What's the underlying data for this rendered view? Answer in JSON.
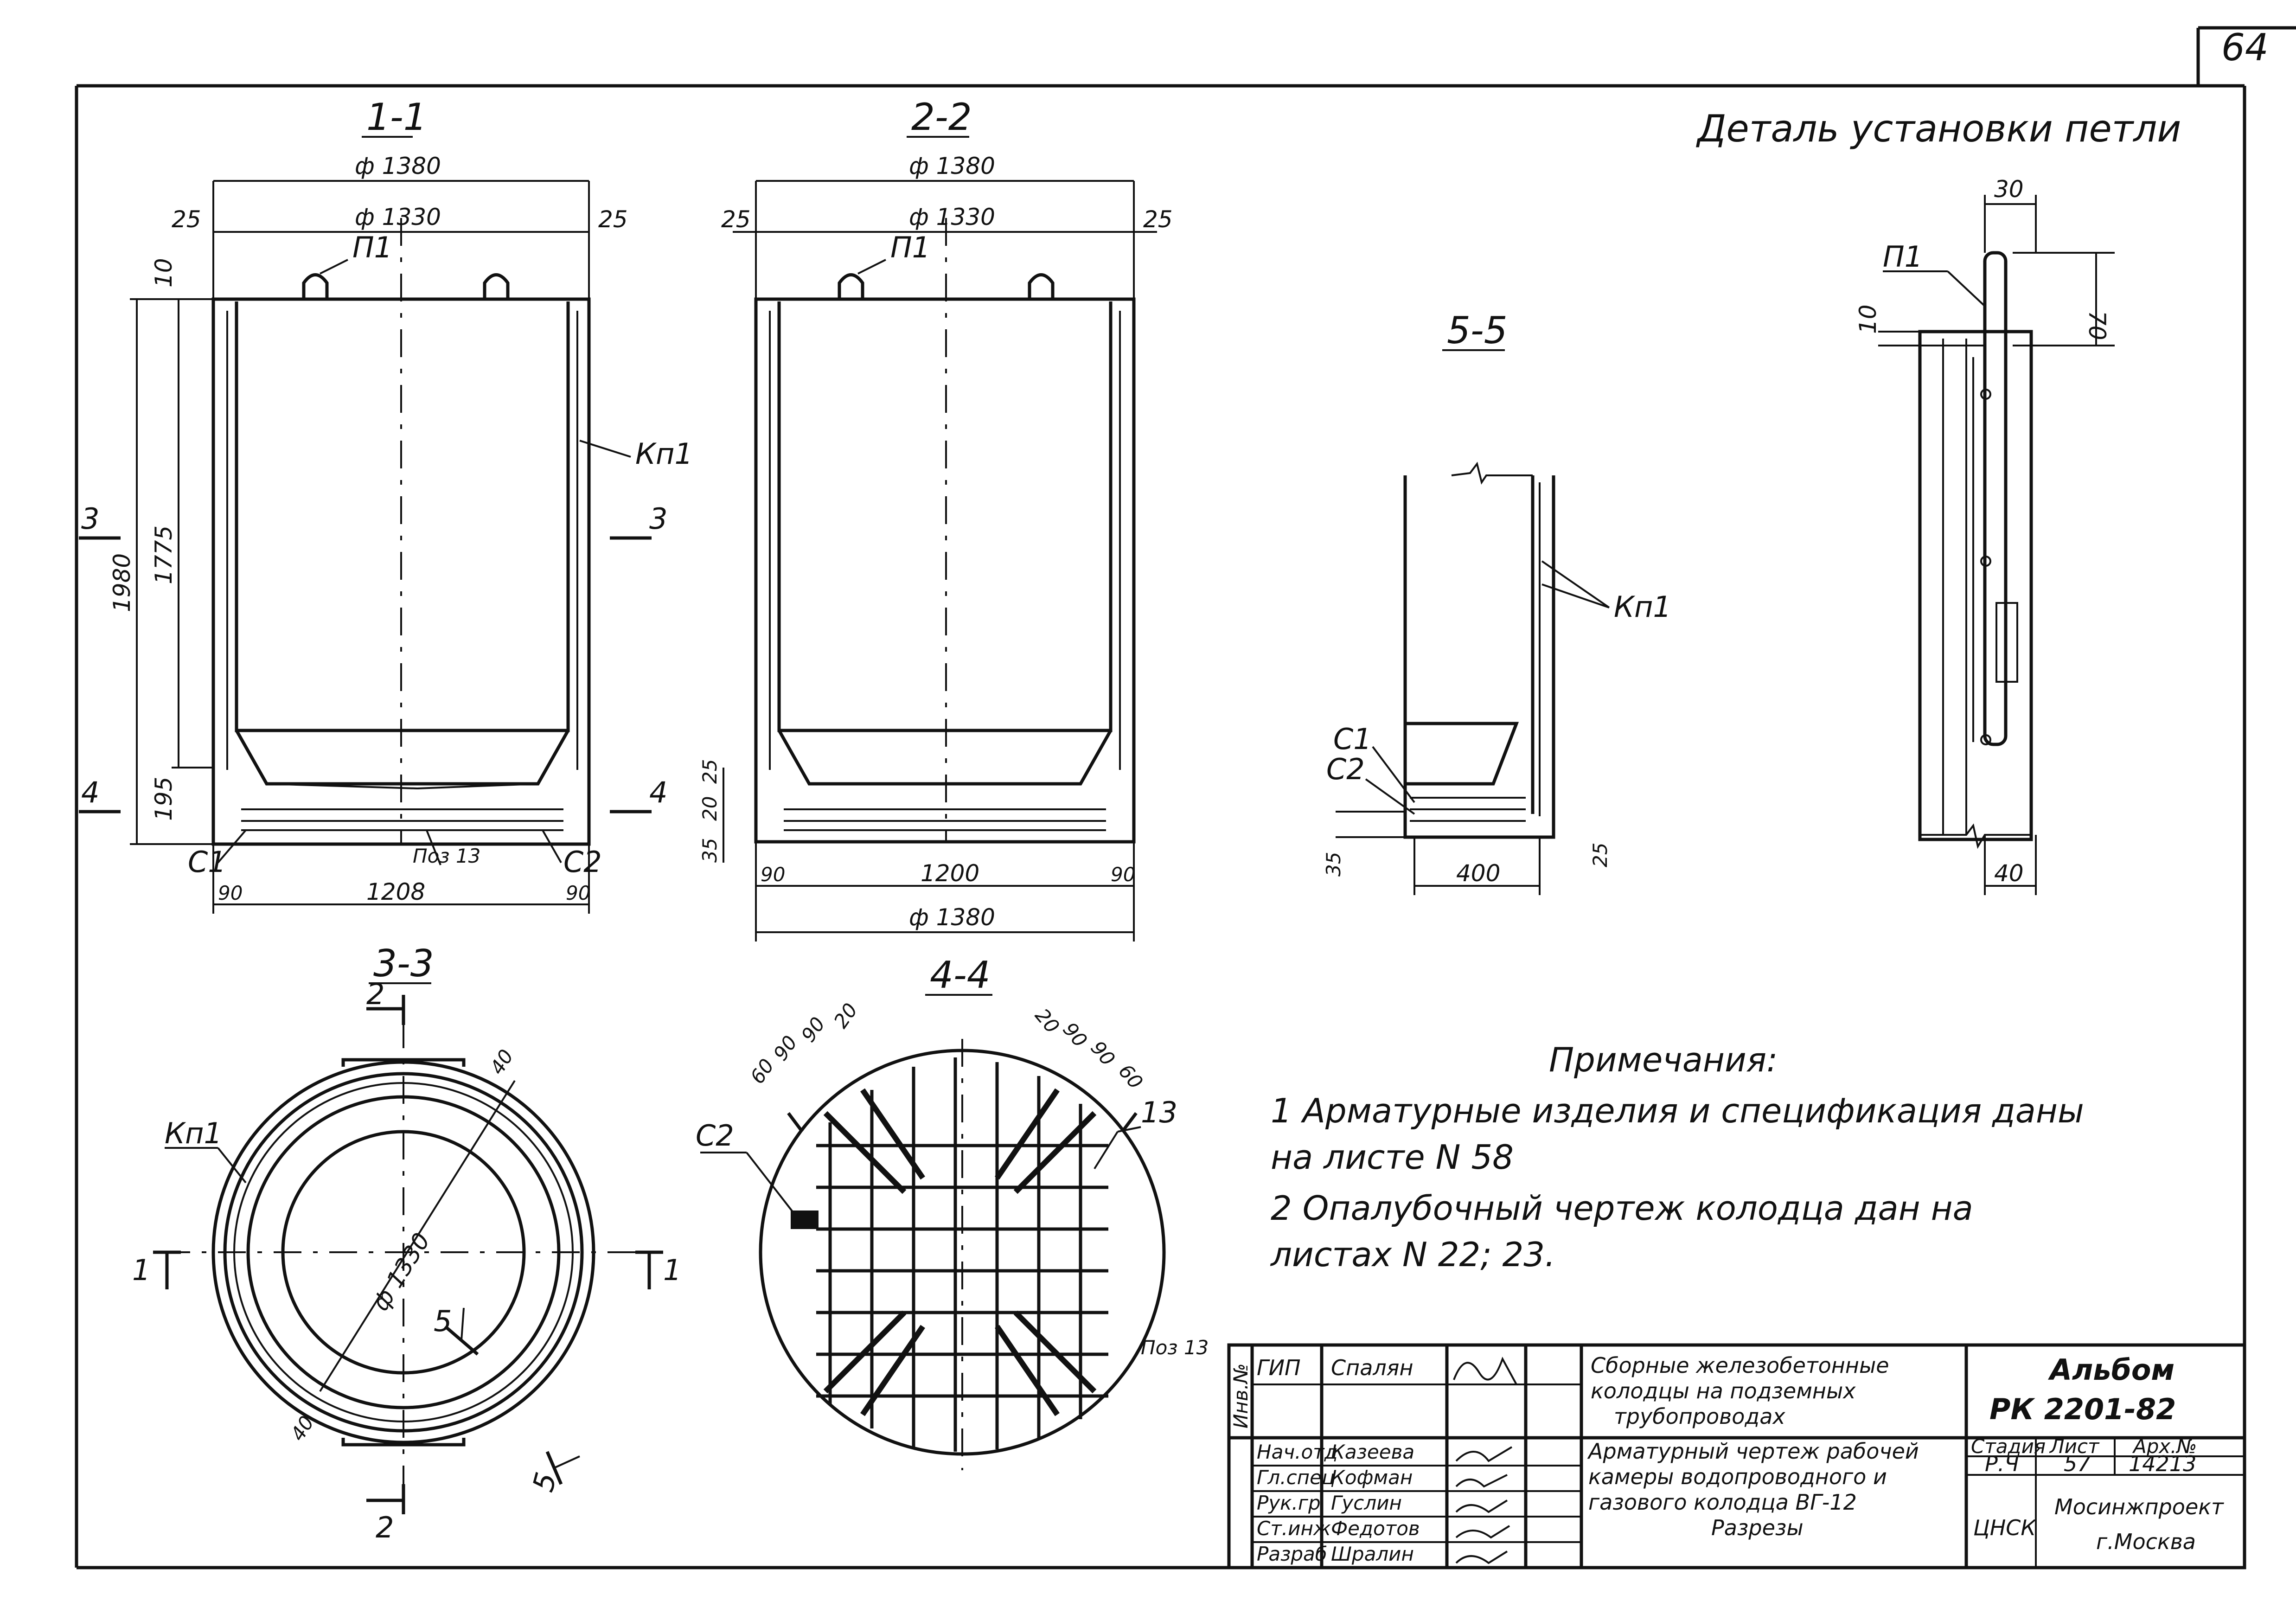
{
  "sheet": {
    "page_number": "64",
    "detail_title": "Деталь установки петли"
  },
  "sections": {
    "s11": {
      "title": "1-1",
      "dims": [
        "ф 1380",
        "ф 1330",
        "25",
        "25",
        "10",
        "1980",
        "1775",
        "195",
        "90",
        "1208",
        "90"
      ],
      "labels": [
        "П1",
        "Кп1",
        "С1",
        "С2",
        "Поз 13",
        "3",
        "3",
        "4",
        "4"
      ]
    },
    "s22": {
      "title": "2-2",
      "dims": [
        "ф 1380",
        "25",
        "ф 1330",
        "25",
        "35",
        "20",
        "25",
        "90",
        "1200",
        "90",
        "ф 1380"
      ],
      "labels": [
        "П1"
      ]
    },
    "s55": {
      "title": "5-5",
      "dims": [
        "35",
        "400",
        "25"
      ],
      "labels": [
        "Кп1",
        "С1",
        "С2"
      ]
    },
    "s33": {
      "title": "3-3",
      "dims": [
        "40",
        "ф 1330",
        "40"
      ],
      "labels": [
        "Кп1",
        "2",
        "2",
        "1",
        "1",
        "5",
        "5"
      ]
    },
    "s44": {
      "title": "4-4",
      "dims_left": [
        "60",
        "90",
        "90",
        "20"
      ],
      "dims_right": [
        "20",
        "90",
        "90",
        "60"
      ],
      "labels": [
        "С2",
        "13",
        "Поз 13"
      ]
    },
    "detail": {
      "dims": [
        "30",
        "70",
        "10",
        "40"
      ],
      "labels": [
        "П1"
      ]
    }
  },
  "notes": {
    "heading": "Примечания:",
    "line1": "1 Арматурные изделия и спецификация даны",
    "line2": "на листе N 58",
    "line3": "2 Опалубочный чертеж колодца дан на",
    "line4": "листах N 22; 23."
  },
  "title_block": {
    "side_stamp": "Инв.№",
    "rows": [
      {
        "role": "ГИП",
        "name": "Спалян"
      },
      {
        "role": "Нач.отд",
        "name": "Казеева"
      },
      {
        "role": "Гл.спец",
        "name": "Кофман"
      },
      {
        "role": "Рук.гр",
        "name": "Гуслин"
      },
      {
        "role": "Ст.инж",
        "name": "Федотов"
      },
      {
        "role": "Разраб",
        "name": "Шралин"
      }
    ],
    "project_title_1": "Сборные железобетонные",
    "project_title_2": "колодцы на подземных",
    "project_title_3": "трубопроводах",
    "album_label": "Альбом",
    "album_code": "РК 2201-82",
    "sheet_title_1": "Арматурный чертеж рабочей",
    "sheet_title_2": "камеры водопроводного и",
    "sheet_title_3": "газового колодца ВГ-12",
    "sheet_title_4": "Разрезы",
    "col_headers": [
      "Стадия",
      "Лист",
      "Арх.№"
    ],
    "stage": "Р.Ч",
    "sheet_no": "57",
    "archive_no": "14213",
    "org_short": "ЦНСК",
    "org_1": "Мосинжпроект",
    "org_2": "г.Москва"
  }
}
